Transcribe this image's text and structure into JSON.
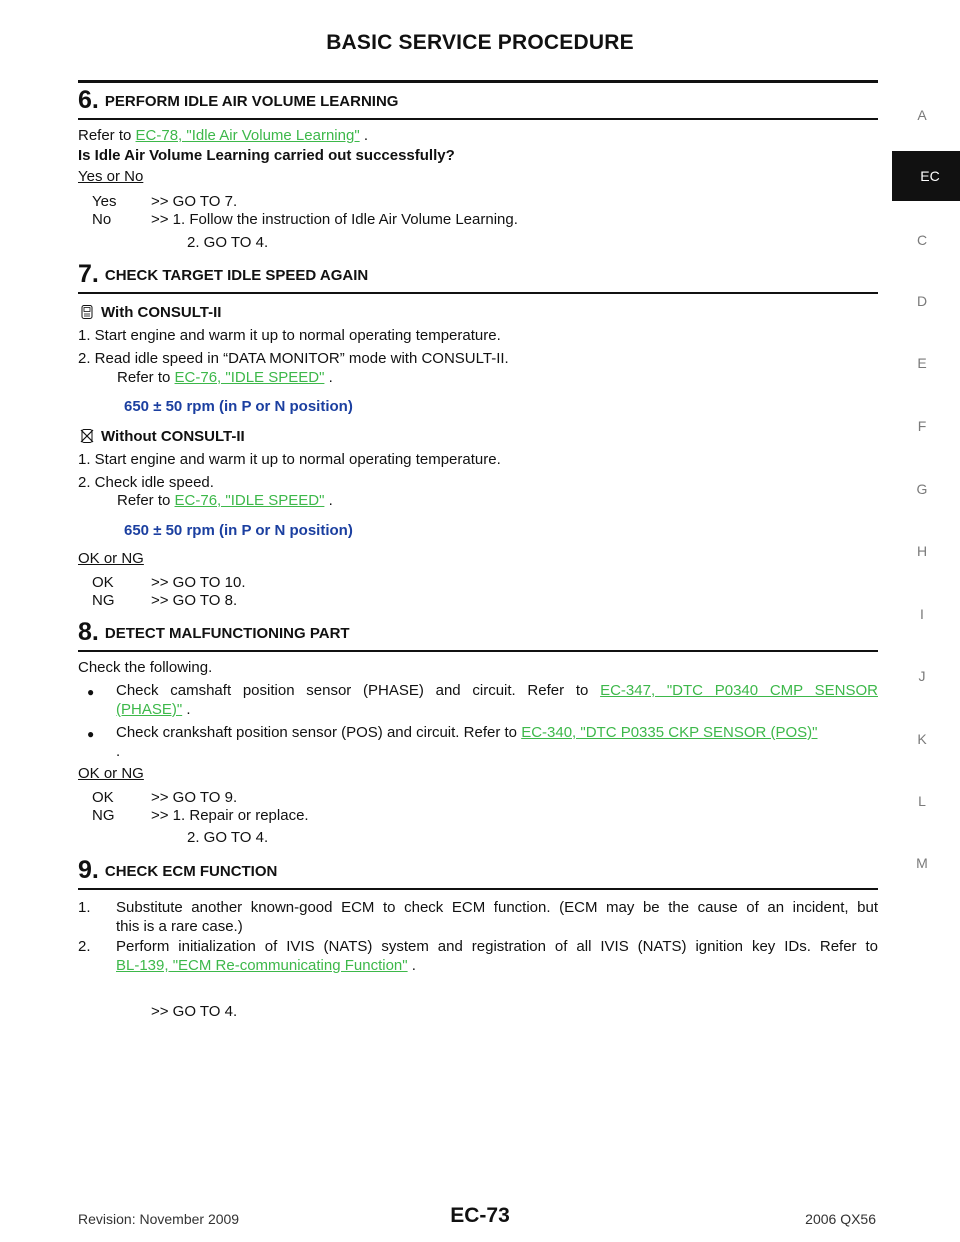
{
  "header": {
    "title": "BASIC SERVICE PROCEDURE"
  },
  "side_tabs": [
    "A",
    "EC",
    "C",
    "D",
    "E",
    "F",
    "G",
    "H",
    "I",
    "J",
    "K",
    "L",
    "M"
  ],
  "step6": {
    "num": "6.",
    "heading": "PERFORM IDLE AIR VOLUME LEARNING",
    "refer_prefix": "Refer to",
    "refer_link": "EC-78, \"Idle Air Volume Learning\"",
    "refer_suffix": ".",
    "question": "Is Idle Air Volume Learning carried out successfully?",
    "choice": "Yes or No",
    "yes_key": "Yes",
    "yes_val": ">> GO TO 7.",
    "no_key": "No",
    "no_val": ">> 1. Follow the instruction of Idle Air Volume Learning.",
    "no_val2": "2. GO TO 4."
  },
  "step7": {
    "num": "7.",
    "heading": "CHECK TARGET IDLE SPEED AGAIN",
    "with_label": "With CONSULT-II",
    "with_1": "1.  Start engine and warm it up to normal operating temperature.",
    "with_2": "2.  Read idle speed in “DATA MONITOR” mode with CONSULT-II.",
    "with_2_refer": "Refer to",
    "with_2_link": "EC-76, \"IDLE SPEED\"",
    "with_2_suffix": ".",
    "spec1": "650 ± 50 rpm (in P or N position)",
    "without_label": "Without CONSULT-II",
    "without_1": "1.  Start engine and warm it up to normal operating temperature.",
    "without_2": "2.  Check idle speed.",
    "without_2_refer": "Refer to",
    "without_2_link": "EC-76, \"IDLE SPEED\"",
    "without_2_suffix": ".",
    "spec2": "650 ± 50 rpm (in P or N position)",
    "choice": "OK or NG",
    "ok_key": "OK",
    "ok_val": ">> GO TO 10.",
    "ng_key": "NG",
    "ng_val": ">> GO TO 8."
  },
  "step8": {
    "num": "8.",
    "heading": "DETECT MALFUNCTIONING PART",
    "intro": "Check the following.",
    "b1_text": "Check camshaft position sensor (PHASE) and circuit. Refer to",
    "b1_link_a": "EC-347, \"DTC P0340 CMP SENSOR",
    "b1_link_b": "(PHASE)\"",
    "b1_suffix": ".",
    "b2_text": "Check crankshaft position sensor (POS) and circuit. Refer to",
    "b2_link": "EC-340, \"DTC P0335 CKP SENSOR (POS)\"",
    "b2_suffix": ".",
    "choice": "OK or NG",
    "ok_key": "OK",
    "ok_val": ">> GO TO 9.",
    "ng_key": "NG",
    "ng_val": ">> 1. Repair or replace.",
    "ng_val2": "2. GO TO 4."
  },
  "step9": {
    "num": "9.",
    "heading": "CHECK ECM FUNCTION",
    "i1_num": "1.",
    "i1a": "Substitute another known-good ECM to check ECM function. (ECM may be the cause of an incident, but",
    "i1b": "this is a rare case.)",
    "i2_num": "2.",
    "i2a": "Perform initialization of IVIS (NATS) system and registration of all IVIS (NATS) ignition key IDs. Refer to",
    "i2_link": "BL-139, \"ECM Re-communicating Function\"",
    "i2_suffix": ".",
    "goto": ">> GO TO 4."
  },
  "footer": {
    "revision": "Revision: November 2009",
    "page": "EC-73",
    "model": "2006 QX56"
  }
}
